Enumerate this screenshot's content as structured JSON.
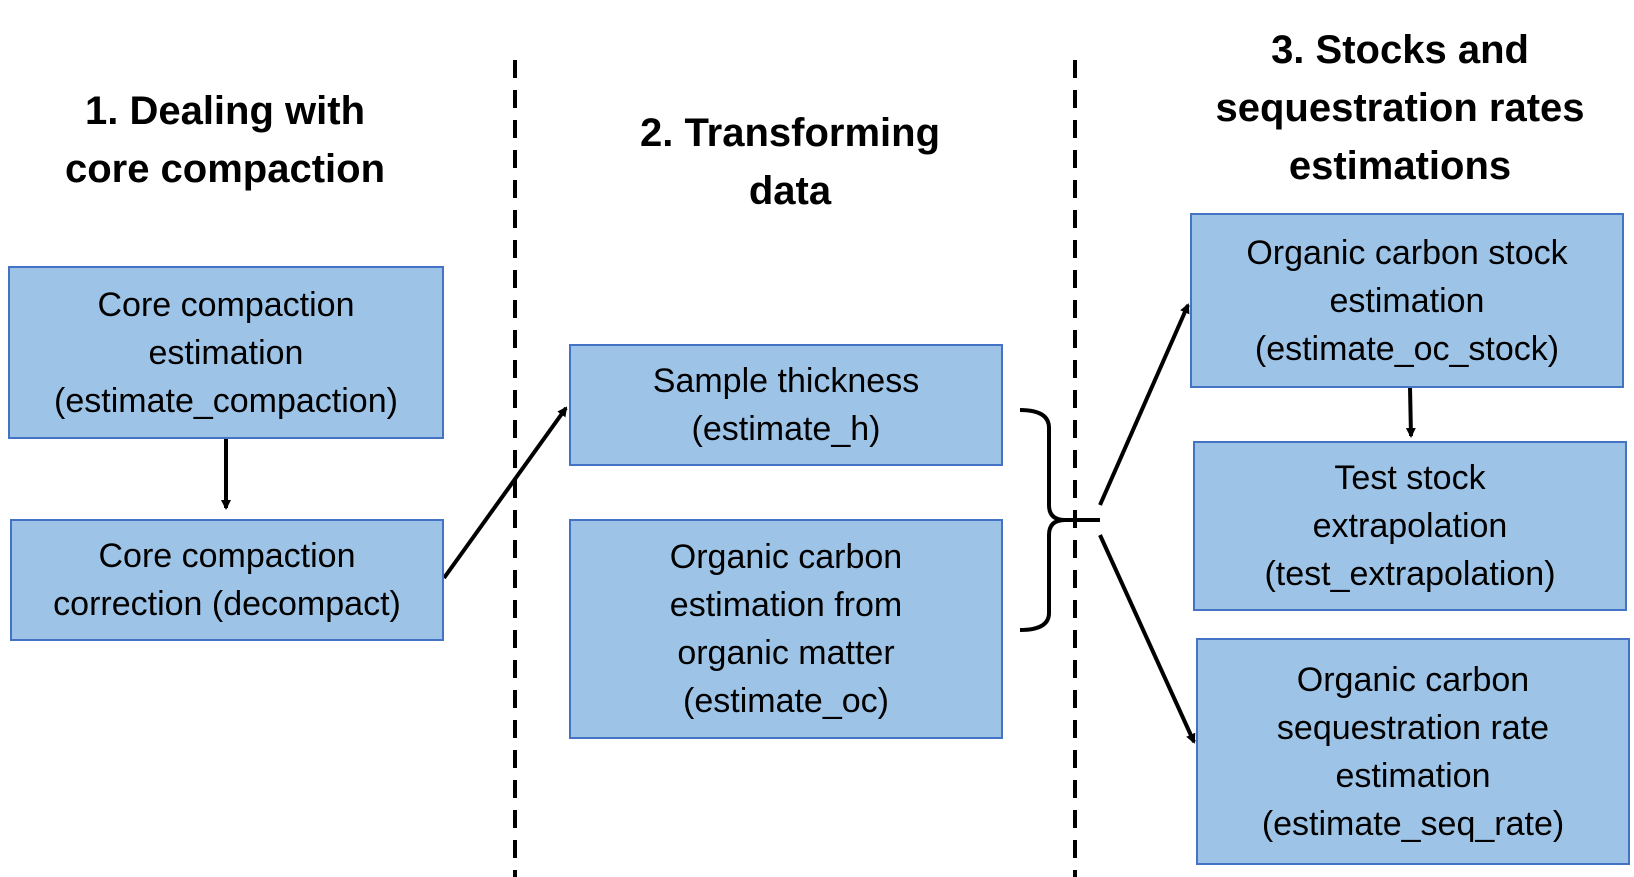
{
  "colors": {
    "box_fill": "#9dc3e6",
    "box_border": "#4472c4",
    "text": "#000000",
    "arrow": "#000000"
  },
  "sections": [
    {
      "title": "1. Dealing with\ncore compaction"
    },
    {
      "title": "2. Transforming\ndata"
    },
    {
      "title": "3. Stocks and\nsequestration rates\nestimations"
    }
  ],
  "boxes": {
    "compaction_estimation": "Core compaction\nestimation\n(estimate_compaction)",
    "compaction_correction": "Core compaction\ncorrection (decompact)",
    "sample_thickness": "Sample thickness\n(estimate_h)",
    "oc_estimation": "Organic carbon\nestimation from\norganic matter\n(estimate_oc)",
    "oc_stock": "Organic carbon stock\nestimation\n(estimate_oc_stock)",
    "test_stock": "Test stock\nextrapolation\n(test_extrapolation)",
    "seq_rate": "Organic carbon\nsequestration rate\nestimation\n(estimate_seq_rate)"
  }
}
